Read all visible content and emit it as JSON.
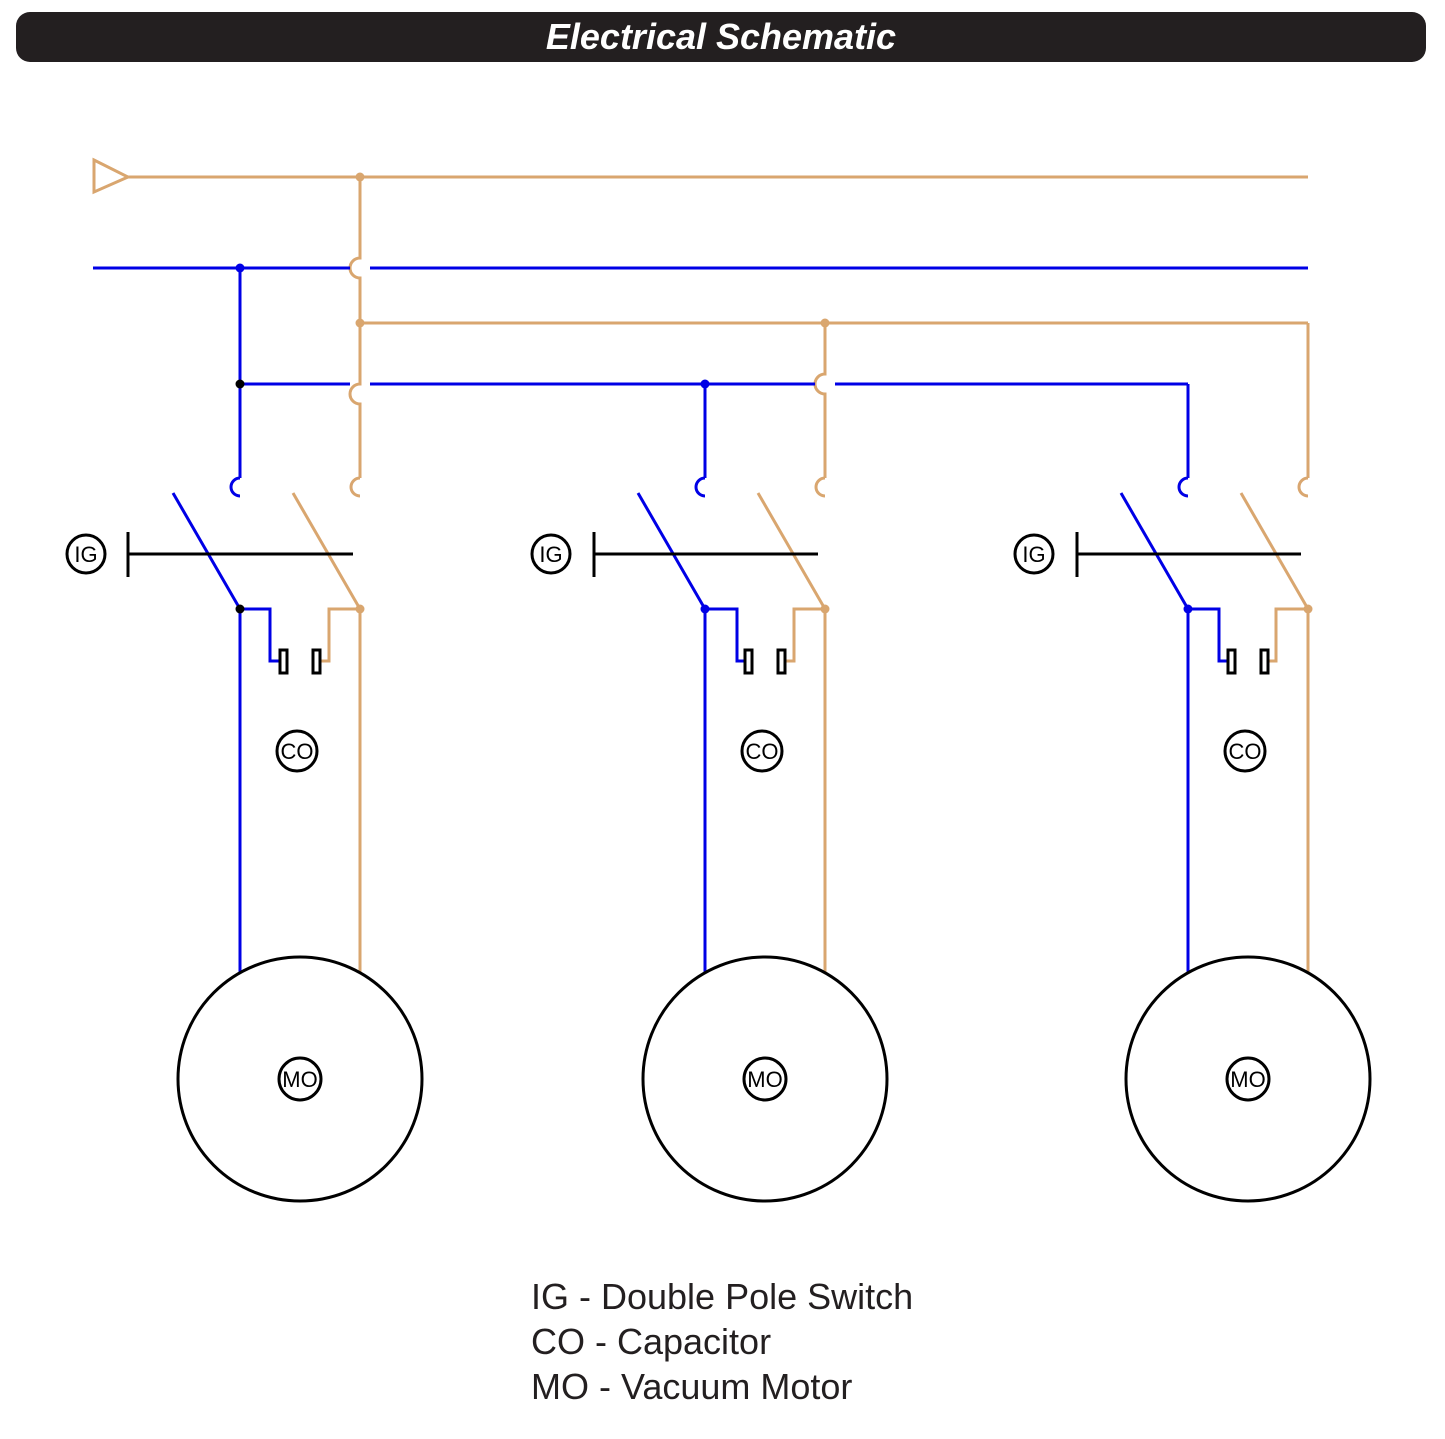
{
  "title": "Electrical Schematic",
  "colors": {
    "blue_wire": "#0000e6",
    "tan_wire": "#d9a66f",
    "black": "#000000",
    "title_bg": "#231f20"
  },
  "symbols": {
    "switch": "IG",
    "capacitor": "CO",
    "motor": "MO"
  },
  "legend": [
    "IG - Double Pole Switch",
    "CO - Capacitor",
    "MO - Vacuum Motor"
  ]
}
